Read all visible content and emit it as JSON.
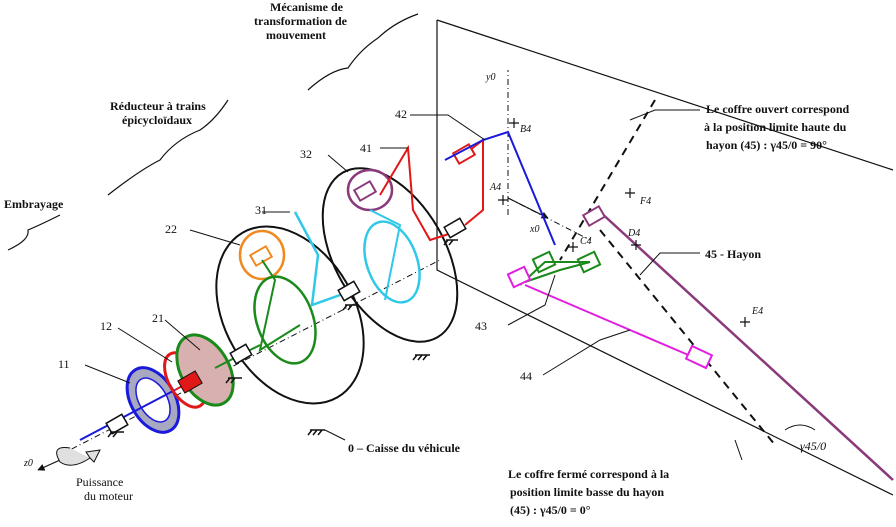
{
  "labels": {
    "embrayage": "Embrayage",
    "reducteur_l1": "Réducteur à trains",
    "reducteur_l2": "épicycloïdaux",
    "mecanisme_l1": "Mécanisme de",
    "mecanisme_l2": "transformation de",
    "mecanisme_l3": "mouvement",
    "puissance_l1": "Puissance",
    "puissance_l2": "du moteur",
    "caisse": "0 – Caisse du véhicule",
    "hayon": "45 - Hayon",
    "ouvert_l1": "Le coffre ouvert correspond",
    "ouvert_l2": "à la position limite haute du",
    "ouvert_l3": "hayon (45) : γ45/0 = 90°",
    "ferme_l1": "Le coffre fermé correspond à la",
    "ferme_l2": "position limite basse du hayon",
    "ferme_l3": "(45) : γ45/0 = 0°",
    "gamma": "γ45/0"
  },
  "parts": {
    "p11": "11",
    "p12": "12",
    "p21": "21",
    "p22": "22",
    "p31": "31",
    "p32": "32",
    "p41": "41",
    "p42": "42",
    "p43": "43",
    "p44": "44"
  },
  "points": {
    "A4": "A4",
    "B4": "B4",
    "C4": "C4",
    "D4": "D4",
    "E4": "E4",
    "F4": "F4"
  },
  "axes": {
    "x0": "x0",
    "y0": "y0",
    "z0": "z0"
  },
  "colors": {
    "blue": "#1a1adc",
    "red": "#e01818",
    "green": "#1a8a1a",
    "orange": "#f08a20",
    "cyan": "#30c8e8",
    "purple": "#8a3a7a",
    "magenta": "#e020e0",
    "plate": "#a8a8c0"
  }
}
